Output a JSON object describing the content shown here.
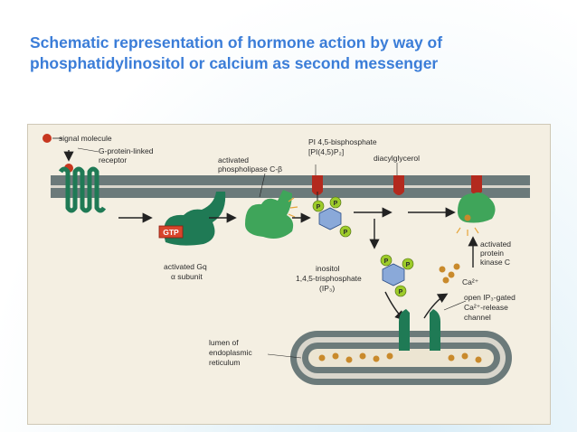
{
  "slide": {
    "title": "Schematic representation of hormone action by way of phosphatidylinositol or calcium as second messenger"
  },
  "diagram": {
    "labels": {
      "signal_molecule": "signal molecule",
      "gpcr_line1": "G-protein-linked",
      "gpcr_line2": "receptor",
      "plc_line1": "activated",
      "plc_line2": "phospholipase C-β",
      "pip2_line1": "PI 4,5-bisphosphate",
      "pip2_line2": "[PI(4,5)P₂]",
      "dag": "diacylglycerol",
      "gtp": "GTP",
      "gq_line1": "activated Gq",
      "gq_line2": "α subunit",
      "ip3_line1": "inositol",
      "ip3_line2": "1,4,5-trisphosphate",
      "ip3_line3": "(IP₃)",
      "pkc_line1": "activated",
      "pkc_line2": "protein",
      "pkc_line3": "kinase C",
      "ca": "Ca²⁺",
      "channel_line1": "open IP₃-gated",
      "channel_line2": "Ca²⁺-release",
      "channel_line3": "channel",
      "er_line1": "lumen of",
      "er_line2": "endoplasmic",
      "er_line3": "reticulum",
      "phosphate": "P"
    },
    "colors": {
      "membrane": "#5f6f6f",
      "protein": "#1f7a55",
      "pip_red": "#b32a1e",
      "phosphate": "#9dcb2a",
      "inositol": "#8aa9d9",
      "calcium": "#c98a2c",
      "gtp": "#d8452c"
    }
  }
}
